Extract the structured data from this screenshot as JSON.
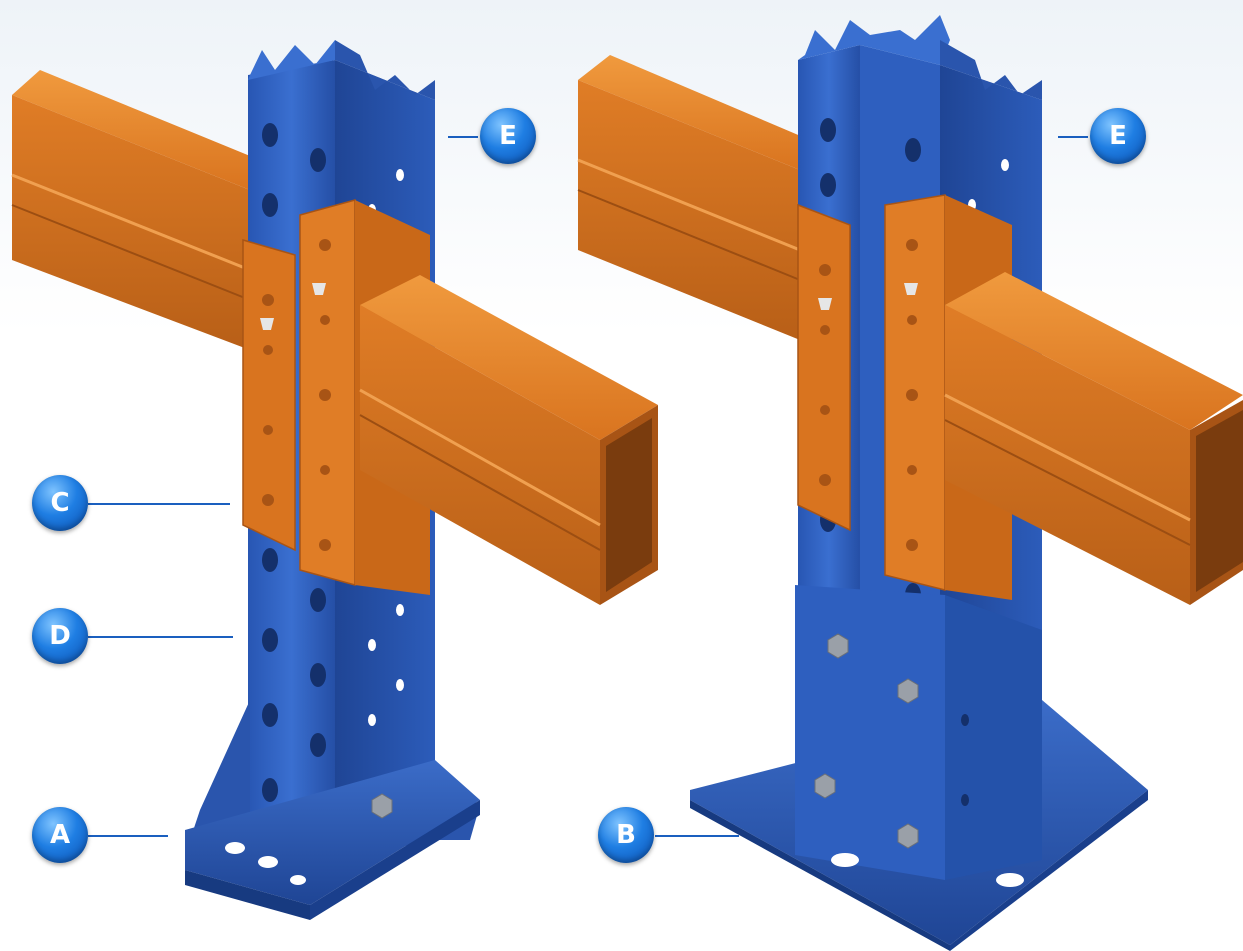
{
  "callouts": {
    "a": "A",
    "b": "B",
    "c": "C",
    "d": "D",
    "e_left": "E",
    "e_right": "E"
  },
  "colors": {
    "upright_blue": "#2e5fbf",
    "upright_dark": "#1d3f8f",
    "upright_light": "#4a7ed8",
    "beam_orange": "#d9741f",
    "beam_dark": "#a85415",
    "beam_light": "#f08a2c",
    "callout_blue": "#1f7ee3",
    "bolt_grey": "#9aa0a8"
  }
}
